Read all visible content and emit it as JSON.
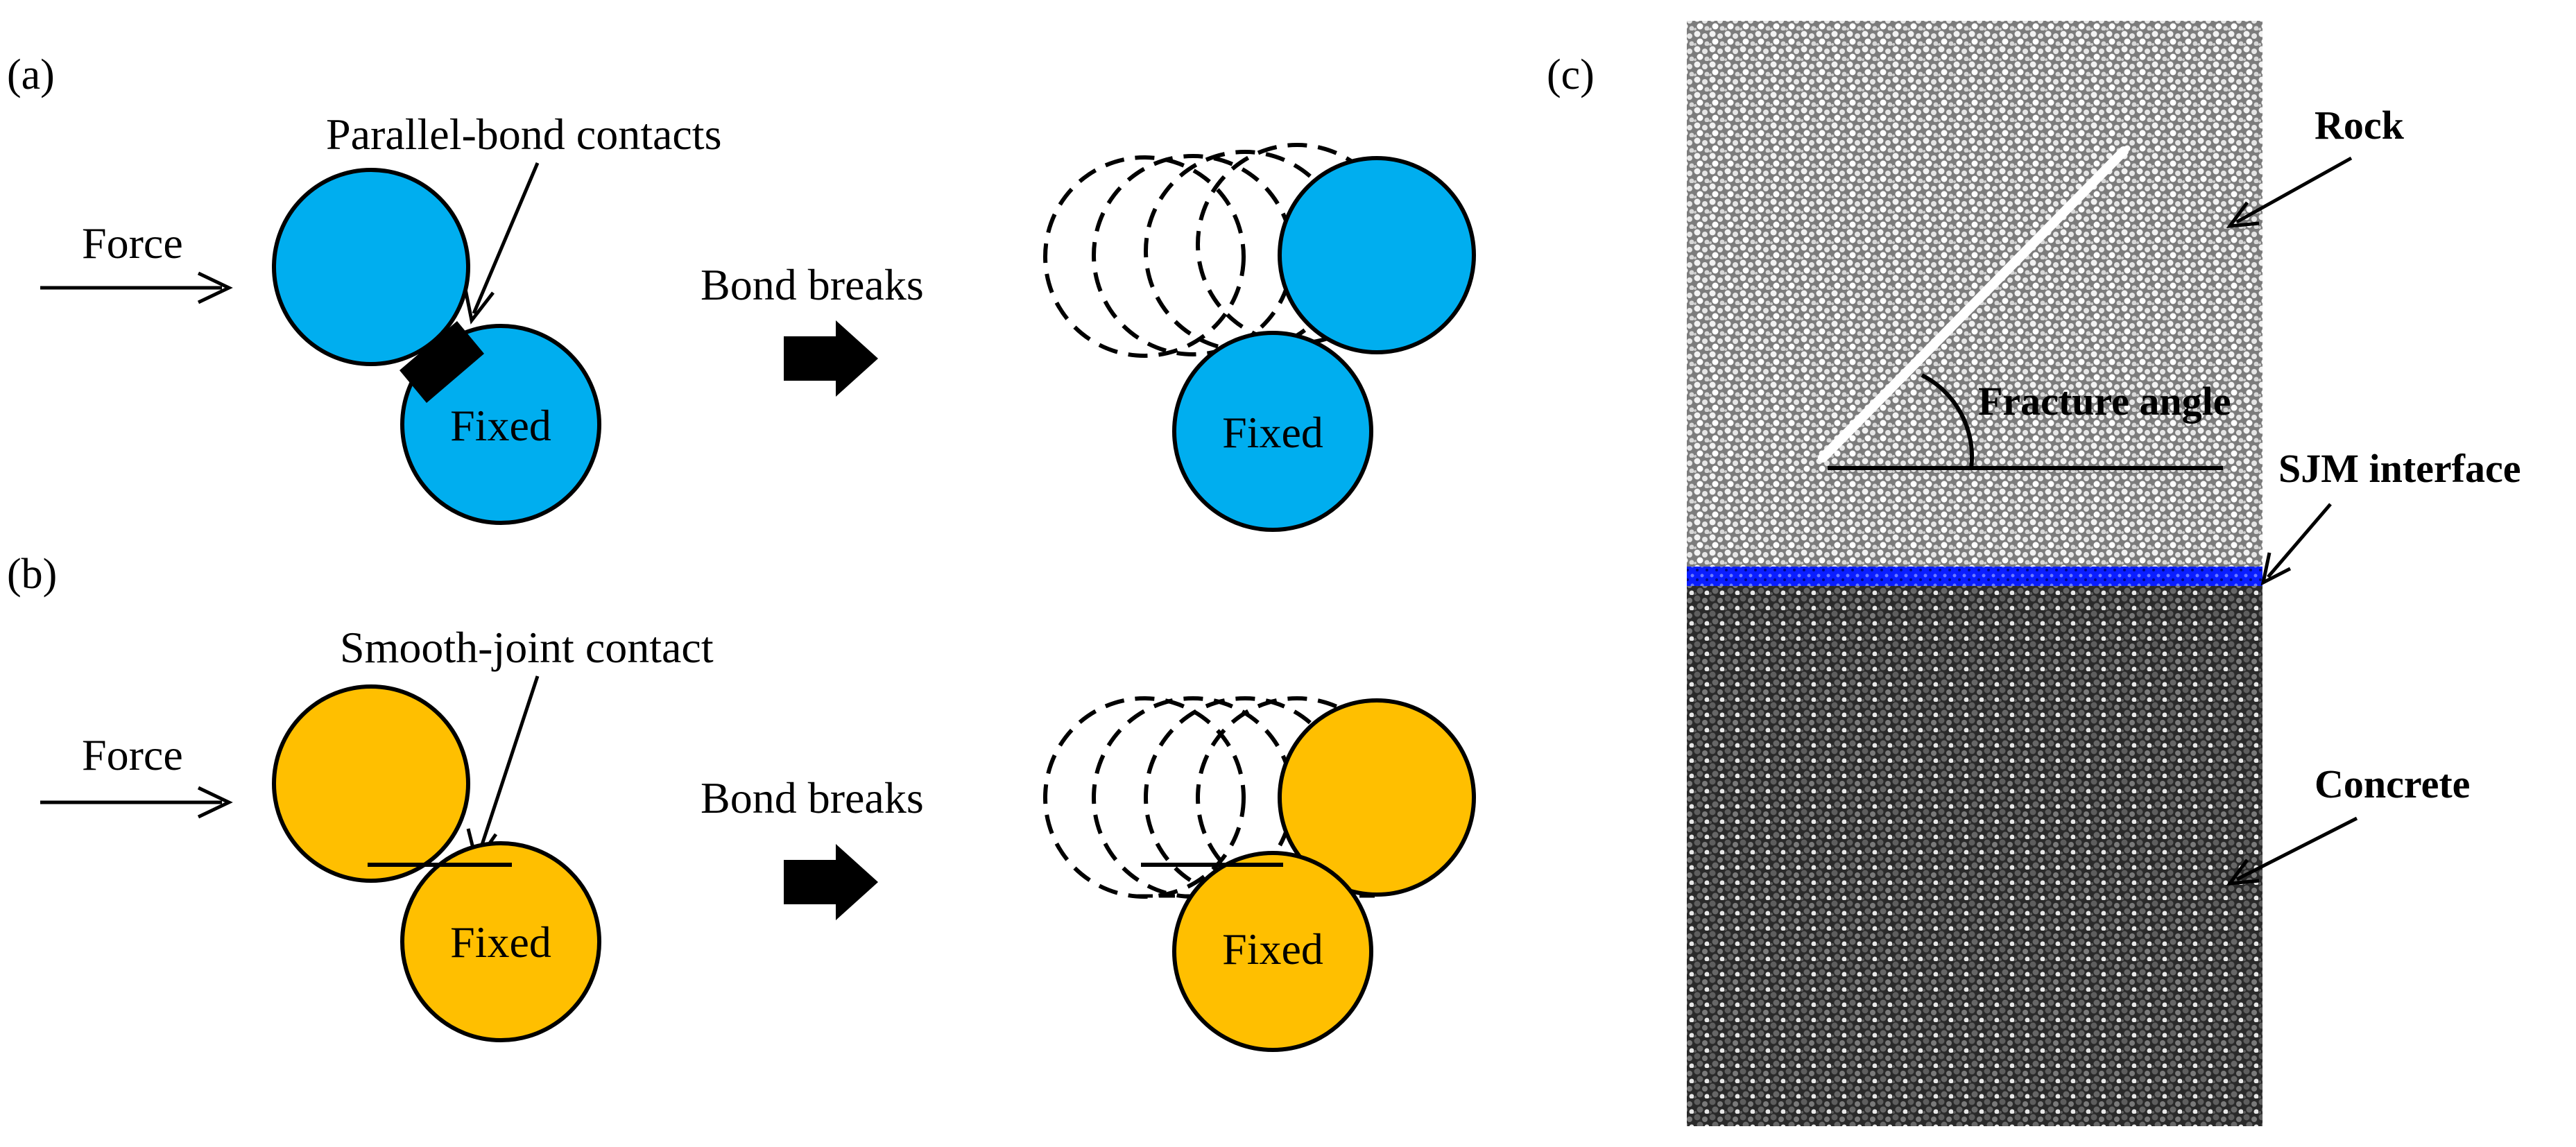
{
  "panels": {
    "a": {
      "label": "(a)",
      "force_label": "Force",
      "contact_label": "Parallel-bond contacts",
      "breaks_label": "Bond breaks",
      "fixed_label_left": "Fixed",
      "fixed_label_right": "Fixed",
      "particle_color": "#00AEEF"
    },
    "b": {
      "label": "(b)",
      "force_label": "Force",
      "contact_label": "Smooth-joint contact",
      "breaks_label": "Bond breaks",
      "fixed_label_left": "Fixed",
      "fixed_label_right": "Fixed",
      "particle_color": "#FFBF00"
    },
    "c": {
      "label": "(c)",
      "rock_label": "Rock",
      "fracture_label": "Fracture angle",
      "interface_label": "SJM interface",
      "concrete_label": "Concrete",
      "rock_color": "#c8c8c8",
      "concrete_color": "#6e6e6e",
      "interface_color": "#0a1eff"
    }
  }
}
